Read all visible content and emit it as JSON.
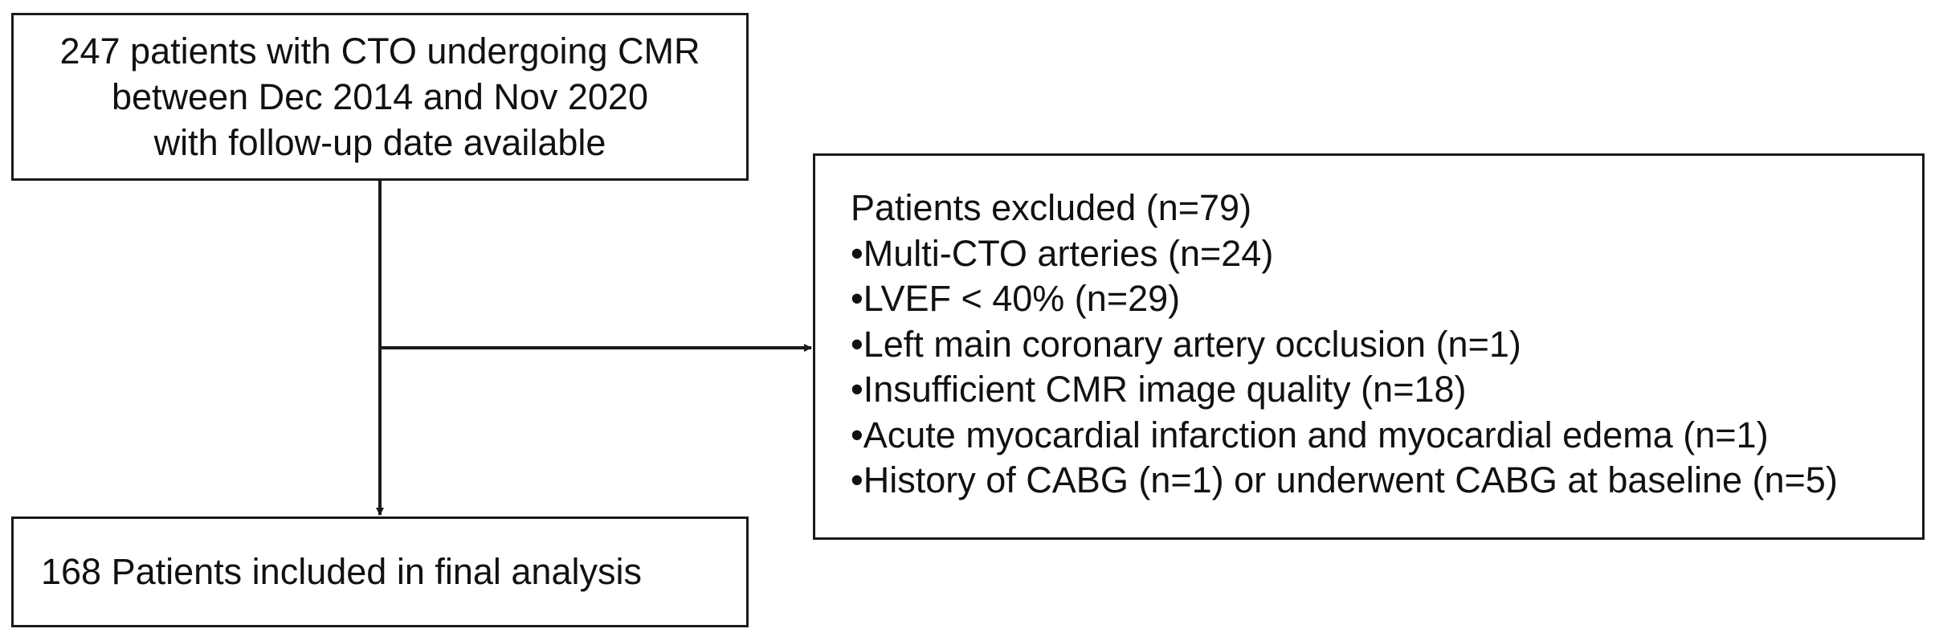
{
  "top_box": {
    "lines": [
      "247 patients with CTO undergoing CMR",
      "between Dec 2014 and Nov 2020",
      "with follow-up date available"
    ]
  },
  "exclusion_box": {
    "title": "Patients excluded (n=79)",
    "items": [
      "•Multi-CTO arteries (n=24)",
      "•LVEF < 40% (n=29)",
      "•Left main coronary artery occlusion (n=1)",
      "•Insufficient CMR image quality (n=18)",
      "•Acute myocardial infarction and myocardial edema (n=1)",
      "•History of CABG (n=1) or underwent CABG at baseline (n=5)"
    ]
  },
  "bottom_box": {
    "text": "168 Patients included in final analysis"
  }
}
